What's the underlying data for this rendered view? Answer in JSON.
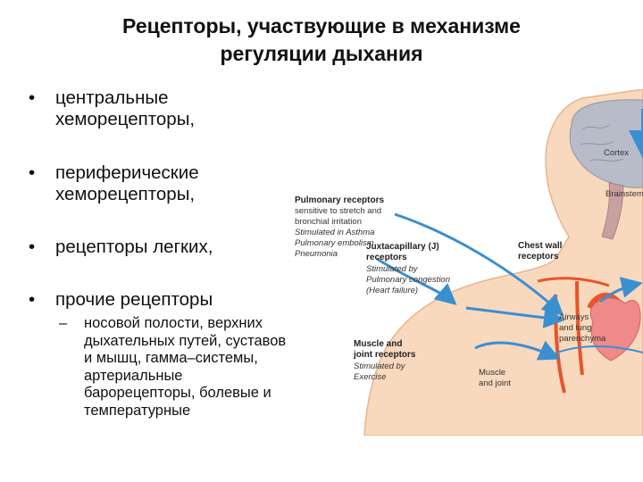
{
  "title": {
    "line1": "Рецепторы, участвующие в механизме",
    "line2": "регуляции дыхания"
  },
  "bullets": [
    {
      "line1": "центральные",
      "line2": "хеморецепторы,"
    },
    {
      "line1": "периферические",
      "line2": "хеморецепторы,"
    },
    {
      "line1": "рецепторы легких,"
    },
    {
      "line1": "прочие рецепторы"
    }
  ],
  "sub_bullet": {
    "lines": [
      "носовой полости, верхних",
      "дыхательных путей, суставов",
      "и мышц, гамма–системы,",
      "артериальные",
      "барорецепторы, болевые и",
      "температурные"
    ]
  },
  "figure": {
    "cortex": "Cortex",
    "brainstem": "Brainstem",
    "pulmonary": {
      "title": "Pulmonary receptors",
      "desc": [
        "sensitive to stretch and",
        "bronchial irritation"
      ],
      "stim": [
        "Stimulated in Asthma",
        "Pulmonary embolism",
        "Pneumonia"
      ]
    },
    "chest_wall": [
      "Chest wall",
      "receptors"
    ],
    "juxta": {
      "title": [
        "Juxtacapillary (J)",
        "receptors"
      ],
      "stim": [
        "Stimulated by",
        "Pulmonary congestion",
        "(Heart failure)"
      ]
    },
    "muscle_joint": {
      "title": [
        "Muscle and",
        "joint receptors"
      ],
      "stim": [
        "Stimulated by",
        "Exercise"
      ]
    },
    "airways": [
      "Airways",
      "and lung",
      "parenchyma"
    ],
    "muscle_label": [
      "Muscle",
      "and joint"
    ],
    "colors": {
      "skin": "#f8d9bd",
      "skin_outline": "#e8b48c",
      "arrow": "#3a8fd0",
      "vessel": "#e8542b",
      "heart": "#f08a8a",
      "brain": "#b8bcc8"
    }
  }
}
